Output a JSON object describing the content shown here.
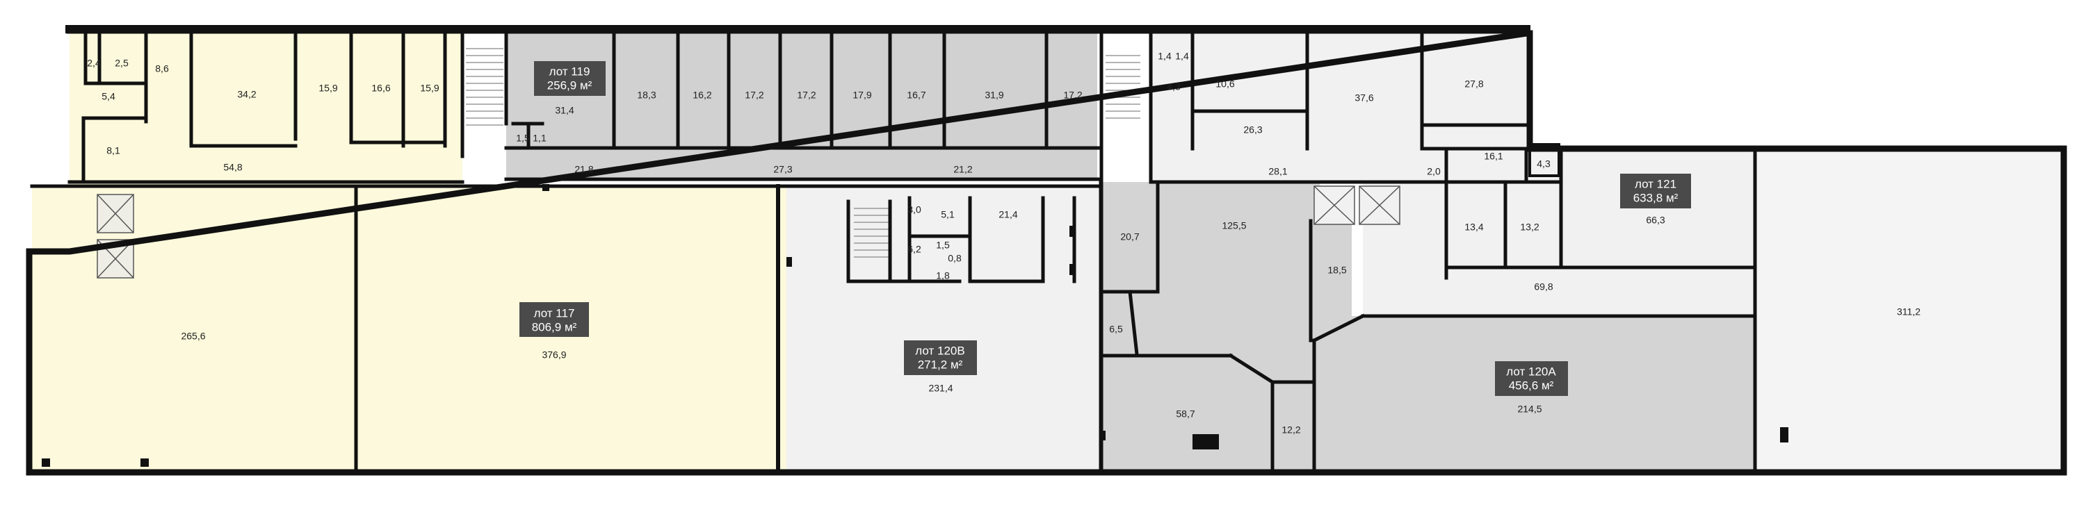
{
  "colors": {
    "lot117": "#fcf9dc",
    "lot119": "#d1d1d1",
    "lot120b": "#f1f1f1",
    "lot120a_dark": "#d4d4d4",
    "lot120a_light": "#f1f1f1",
    "lot121": "#f1f1f1",
    "lot121_big": "#f4f4f4",
    "wall": "#111111"
  },
  "lots": [
    {
      "id": "lot117",
      "name": "лот 117",
      "area": "806,9 м²"
    },
    {
      "id": "lot119",
      "name": "лот 119",
      "area": "256,9 м²"
    },
    {
      "id": "lot120b",
      "name": "лот 120В",
      "area": "271,2 м²"
    },
    {
      "id": "lot120a",
      "name": "лот 120А",
      "area": "456,6 м²"
    },
    {
      "id": "lot121",
      "name": "лот 121",
      "area": "633,8 м²"
    }
  ],
  "rooms": [
    "2,4",
    "2,5",
    "8,6",
    "34,2",
    "15,9",
    "16,6",
    "15,9",
    "5,4",
    "8,1",
    "54,8",
    "265,6",
    "376,9",
    "31,4",
    "1,5",
    "1,1",
    "18,3",
    "16,2",
    "17,2",
    "17,2",
    "17,9",
    "16,7",
    "31,9",
    "17,2",
    "21,8",
    "27,3",
    "21,2",
    "3,0",
    "5,1",
    "21,4",
    "6,2",
    "1,5",
    "0,8",
    "1,8",
    "231,4",
    "1,4",
    "1,4",
    "4,3",
    "10,6",
    "26,3",
    "37,6",
    "27,8",
    "28,1",
    "16,1",
    "4,3",
    "2,0",
    "20,7",
    "125,5",
    "18,5",
    "6,5",
    "58,7",
    "12,2",
    "214,5",
    "13,4",
    "13,2",
    "66,3",
    "69,8",
    "311,2"
  ]
}
